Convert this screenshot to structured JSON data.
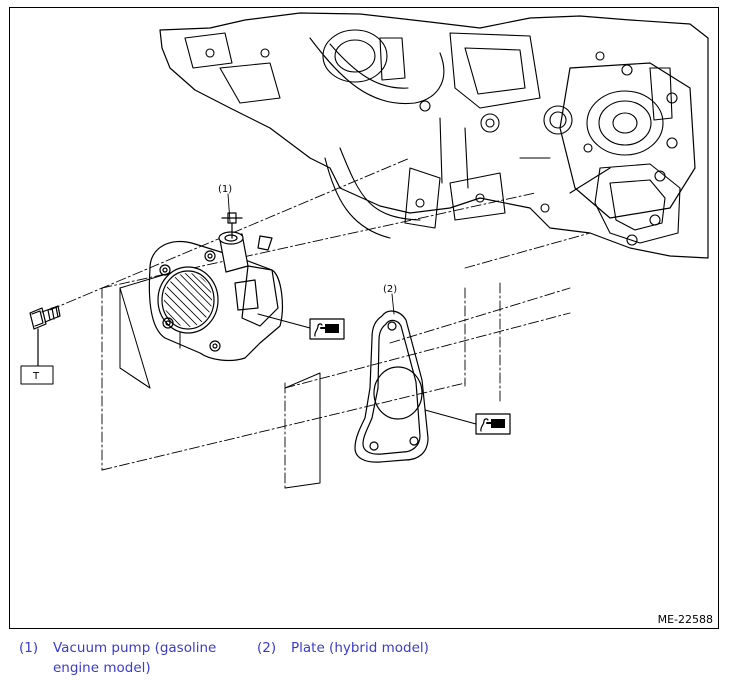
{
  "figure": {
    "id": "ME-22588",
    "callouts": [
      "(1)",
      "(2)"
    ],
    "torque_label": "T"
  },
  "legend": [
    {
      "num": "(1)",
      "text": "Vacuum pump (gasoline engine model)"
    },
    {
      "num": "(2)",
      "text": "Plate (hybrid model)"
    }
  ],
  "icons": [
    "sealant-icon",
    "sealant-icon"
  ]
}
